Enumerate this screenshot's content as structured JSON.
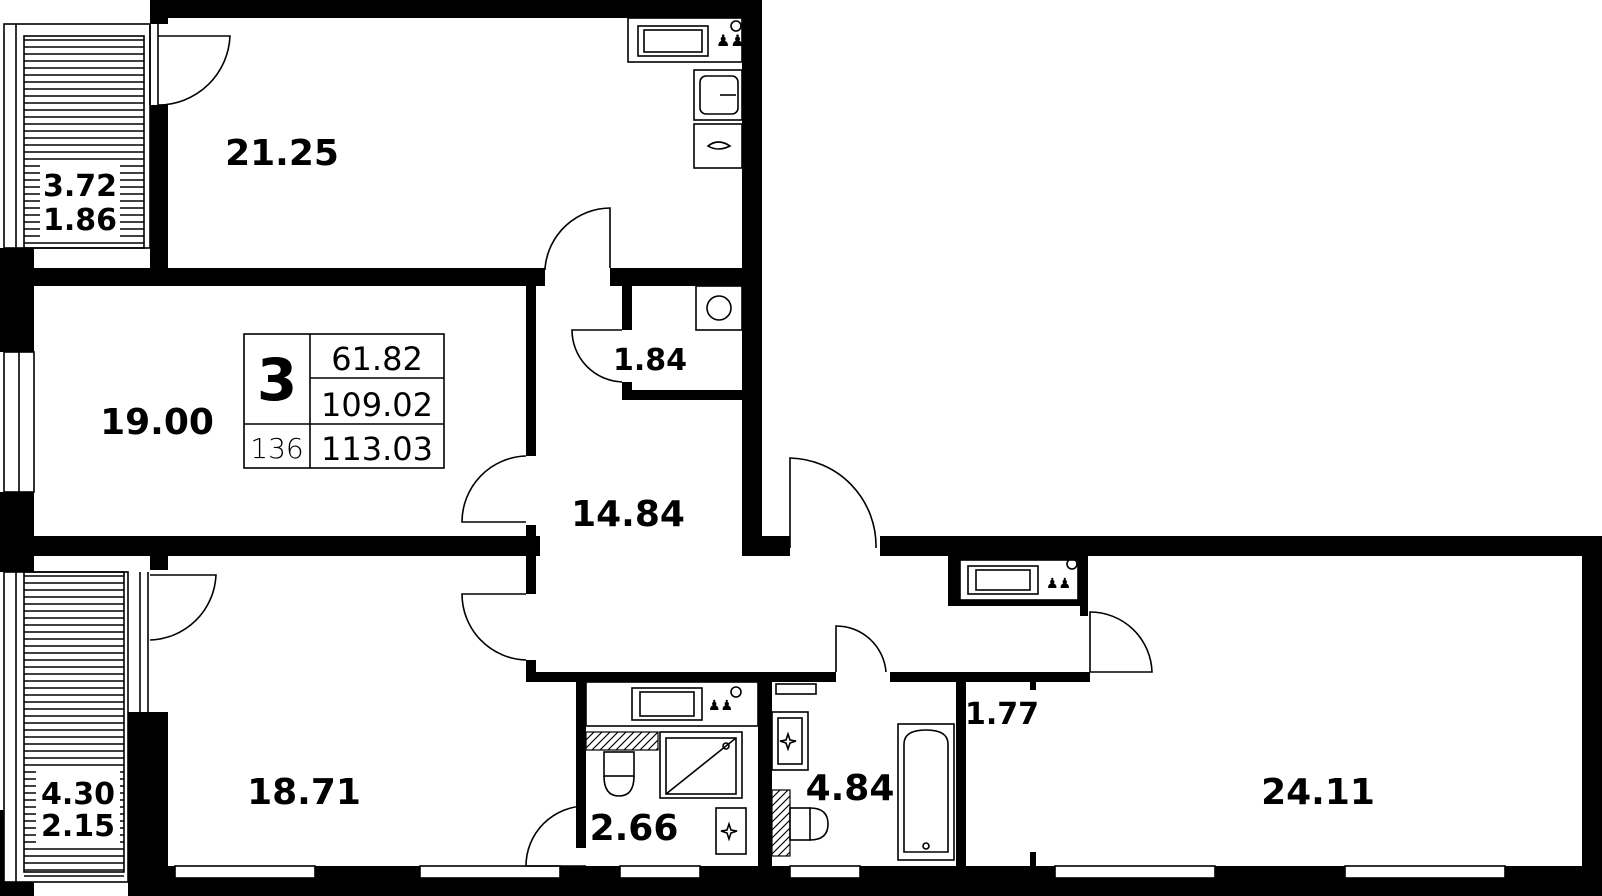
{
  "plan": {
    "rooms": [
      {
        "id": "bedroom_top",
        "area": "21.25"
      },
      {
        "id": "living",
        "area": "19.00"
      },
      {
        "id": "bedroom_bottom",
        "area": "18.71"
      },
      {
        "id": "hall",
        "area": "14.84"
      },
      {
        "id": "wc",
        "area": "1.84"
      },
      {
        "id": "bath_small",
        "area": "2.66"
      },
      {
        "id": "bath_main",
        "area": "4.84"
      },
      {
        "id": "corridor",
        "area": "1.77"
      },
      {
        "id": "kitchen_living",
        "area": "24.11"
      }
    ],
    "balconies": [
      {
        "id": "balcony_top",
        "area": "3.72",
        "reduced_area": "1.86"
      },
      {
        "id": "balcony_bottom",
        "area": "4.30",
        "reduced_area": "2.15"
      }
    ],
    "info": {
      "rooms_count": "3",
      "living_area": "61.82",
      "total_area": "109.02",
      "total_with_balconies": "113.03",
      "apartment_number": "136"
    }
  }
}
